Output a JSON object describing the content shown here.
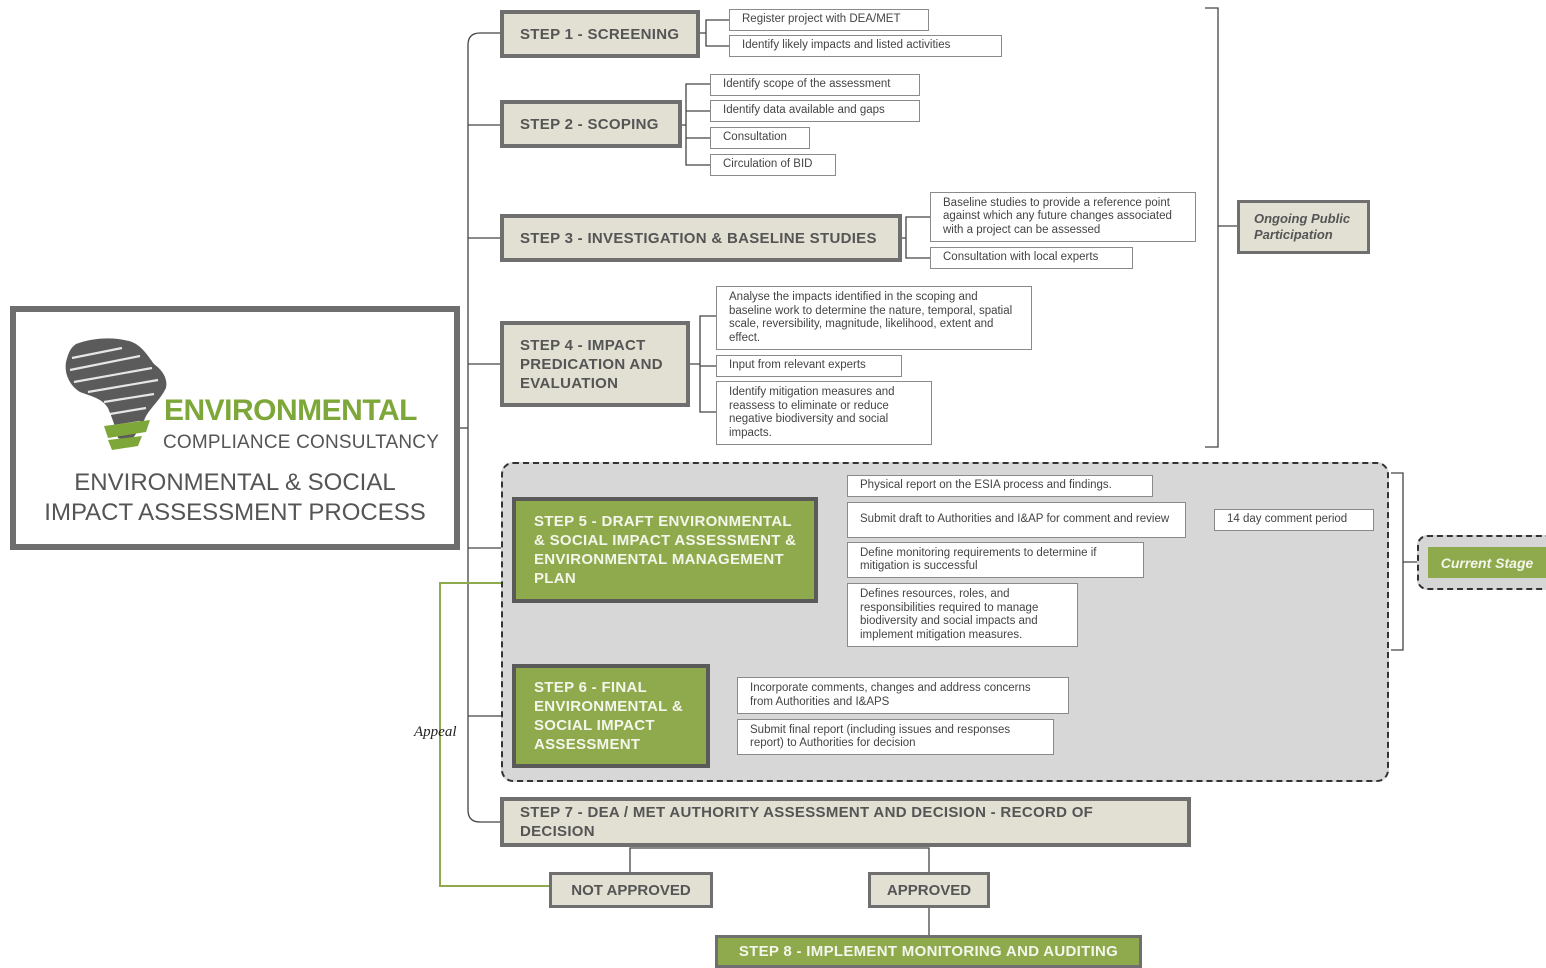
{
  "logo": {
    "brand_main": "ENVIRONMENTAL",
    "brand_sub": "COMPLIANCE CONSULTANCY",
    "title": "ENVIRONMENTAL & SOCIAL\nIMPACT ASSESSMENT PROCESS"
  },
  "steps": [
    {
      "label": "STEP 1 - SCREENING",
      "notes": [
        "Register project with DEA/MET",
        "Identify likely impacts and listed activities"
      ]
    },
    {
      "label": "STEP 2 - SCOPING",
      "notes": [
        "Identify scope of the assessment",
        "Identify data available and gaps",
        "Consultation",
        "Circulation of BID"
      ]
    },
    {
      "label": "STEP 3 - INVESTIGATION & BASELINE STUDIES",
      "notes": [
        "Baseline studies to provide a reference point against which any future changes associated with a project can be assessed",
        "Consultation with local experts"
      ]
    },
    {
      "label": "STEP 4 - IMPACT\nPREDICATION AND\nEVALUATION",
      "notes": [
        "Analyse the impacts identified in the scoping and baseline work to determine the nature, temporal, spatial scale, reversibility, magnitude, likelihood, extent and effect.",
        "Input from relevant experts",
        "Identify mitigation  measures and reassess to eliminate or reduce negative biodiversity and social impacts."
      ]
    },
    {
      "label": "STEP 5 - DRAFT ENVIRONMENTAL\n& SOCIAL IMPACT ASSESSMENT &\nENVIRONMENTAL MANAGEMENT\nPLAN",
      "notes": [
        "Physical report on the ESIA process and findings.",
        "Submit draft to Authorities and I&AP for comment and review",
        "Define monitoring requirements to determine if mitigation is successful",
        "Defines resources, roles, and responsibilities required to manage biodiversity and social impacts and implement mitigation measures."
      ]
    },
    {
      "label": "STEP 6 - FINAL\nENVIRONMENTAL &\nSOCIAL IMPACT\nASSESSMENT",
      "notes": [
        "Incorporate comments, changes and address concerns from Authorities and I&APS",
        "Submit final report (including issues and responses report) to Authorities for decision"
      ]
    },
    {
      "label": "STEP 7 - DEA / MET AUTHORITY ASSESSMENT AND DECISION - RECORD OF DECISION"
    },
    {
      "label": "STEP 8 - IMPLEMENT MONITORING AND AUDITING"
    }
  ],
  "comment_period": "14 day comment period",
  "ongoing_public_participation": "Ongoing Public\nParticipation",
  "current_stage": "Current Stage",
  "decisions": {
    "not_approved": "NOT APPROVED",
    "approved": "APPROVED"
  },
  "appeal": "Appeal",
  "colors": {
    "green": "#8faa4c",
    "box_fill": "#e2dfd3",
    "border": "#6f6f6f",
    "zone": "#d7d7d7"
  }
}
